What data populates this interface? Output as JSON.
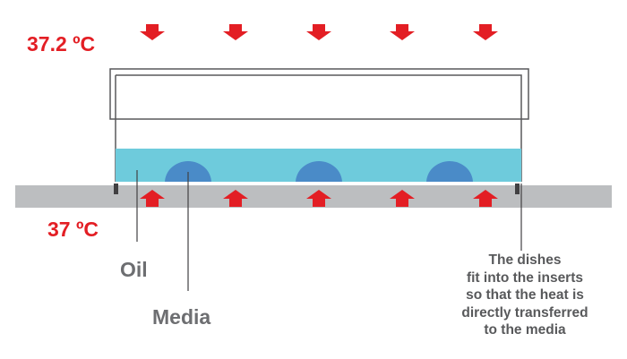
{
  "labels": {
    "top_temperature": "37.2 ºC",
    "bottom_temperature": "37 ºC",
    "oil": "Oil",
    "media": "Media",
    "note": [
      "The dishes",
      "fit into the inserts",
      "so that the heat is",
      "directly transferred",
      "to the media"
    ]
  },
  "colors": {
    "heat_arrow": "#e31e24",
    "oil": "#6ecbdc",
    "media": "#4a8bc8",
    "plate": "#bcbec0",
    "outline": "#58595b"
  }
}
